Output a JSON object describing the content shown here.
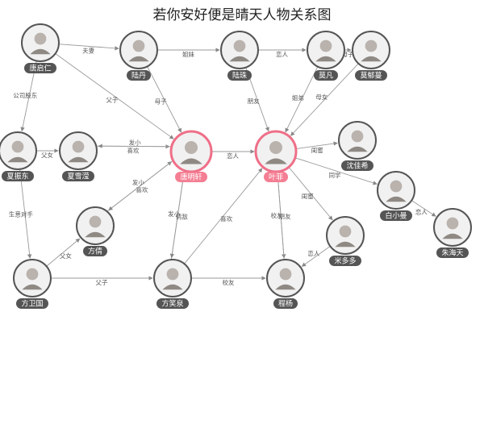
{
  "title": "若你安好便是晴天人物关系图",
  "nodes": [
    {
      "id": "tang",
      "label": "唐启仁",
      "main": false
    },
    {
      "id": "lu",
      "label": "陆丹",
      "main": false
    },
    {
      "id": "luzhu",
      "label": "陆珠",
      "main": false
    },
    {
      "id": "mofan",
      "label": "莫凡",
      "main": false
    },
    {
      "id": "mobm",
      "label": "莫郁蔓",
      "main": false
    },
    {
      "id": "xia",
      "label": "夏振东",
      "main": false
    },
    {
      "id": "xiaxw",
      "label": "夏雪滢",
      "main": false
    },
    {
      "id": "tangmx",
      "label": "唐明轩",
      "main": true
    },
    {
      "id": "yefei",
      "label": "叶菲",
      "main": true
    },
    {
      "id": "shen",
      "label": "沈佳希",
      "main": false
    },
    {
      "id": "bai",
      "label": "白小曼",
      "main": false
    },
    {
      "id": "zhu",
      "label": "朱海天",
      "main": false
    },
    {
      "id": "fangq",
      "label": "方倩",
      "main": false
    },
    {
      "id": "mi",
      "label": "米多多",
      "main": false
    },
    {
      "id": "fangwg",
      "label": "方卫国",
      "main": false
    },
    {
      "id": "fangxh",
      "label": "方笑泉",
      "main": false
    },
    {
      "id": "cheng",
      "label": "程杨",
      "main": false
    }
  ],
  "edges": [
    {
      "from": "tang",
      "to": "lu",
      "label": "夫妻"
    },
    {
      "from": "tang",
      "to": "tangmx",
      "label": "父子"
    },
    {
      "from": "tang",
      "to": "xia",
      "label": "公司股东"
    },
    {
      "from": "lu",
      "to": "luzhu",
      "label": "姐妹"
    },
    {
      "from": "lu",
      "to": "tangmx",
      "label": "母子"
    },
    {
      "from": "luzhu",
      "to": "mofan",
      "label": "恋人"
    },
    {
      "from": "luzhu",
      "to": "yefei",
      "label": "朋友"
    },
    {
      "from": "mofan",
      "to": "mobm",
      "label": "母子"
    },
    {
      "from": "mofan",
      "to": "yefei",
      "label": "姐弟"
    },
    {
      "from": "mobm",
      "to": "yefei",
      "label": "母女"
    },
    {
      "from": "xia",
      "to": "xiaxw",
      "label": "父女"
    },
    {
      "from": "xia",
      "to": "fangwg",
      "label": "生意对手"
    },
    {
      "from": "xiaxw",
      "to": "tangmx",
      "label": "喜欢"
    },
    {
      "from": "tangmx",
      "to": "xiaxw",
      "label": "发小"
    },
    {
      "from": "tangmx",
      "to": "yefei",
      "label": "恋人"
    },
    {
      "from": "yefei",
      "to": "shen",
      "label": "闺蜜"
    },
    {
      "from": "yefei",
      "to": "bai",
      "label": "同学"
    },
    {
      "from": "yefei",
      "to": "mi",
      "label": "闺蜜"
    },
    {
      "from": "yefei",
      "to": "cheng",
      "label": "校友"
    },
    {
      "from": "bai",
      "to": "zhu",
      "label": "恋人"
    },
    {
      "from": "fangq",
      "to": "tangmx",
      "label": "喜欢"
    },
    {
      "from": "tangmx",
      "to": "fangq",
      "label": "发小"
    },
    {
      "from": "fangxh",
      "to": "tangmx",
      "label": "情敌"
    },
    {
      "from": "tangmx",
      "to": "fangxh",
      "label": "发小"
    },
    {
      "from": "fangxh",
      "to": "yefei",
      "label": "喜欢"
    },
    {
      "from": "cheng",
      "to": "yefei",
      "label": "朋友"
    },
    {
      "from": "fangwg",
      "to": "fangq",
      "label": "父女"
    },
    {
      "from": "fangwg",
      "to": "fangxh",
      "label": "父子"
    },
    {
      "from": "fangxh",
      "to": "cheng",
      "label": "校友"
    },
    {
      "from": "mi",
      "to": "cheng",
      "label": "恋人"
    }
  ]
}
